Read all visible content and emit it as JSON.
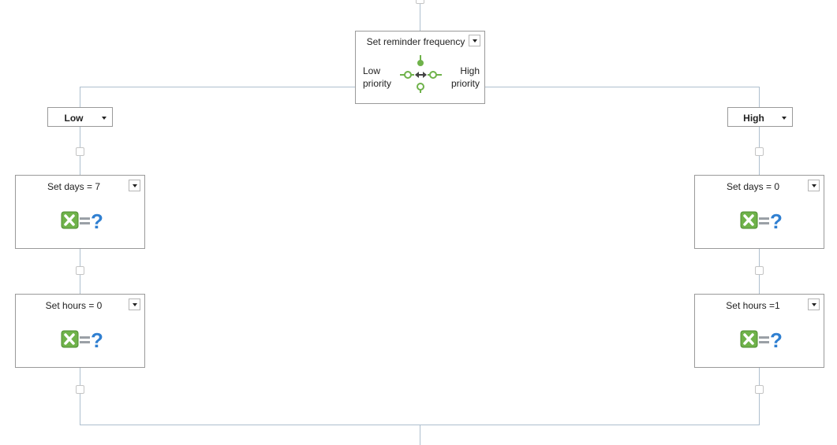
{
  "colors": {
    "line": "#aebfce",
    "node_border": "#9a9a9a",
    "icon_green": "#6fb24a",
    "icon_blue": "#2f7fd1"
  },
  "decision": {
    "title": "Set reminder frequency",
    "left_label_1": "Low",
    "left_label_2": "priority",
    "right_label_1": "High",
    "right_label_2": "priority",
    "icon": "decision-switch-icon"
  },
  "branches": {
    "low": {
      "label": "Low"
    },
    "high": {
      "label": "High"
    }
  },
  "actions": {
    "low_days": {
      "title": "Set days = 7",
      "icon": "assign-variable-icon"
    },
    "low_hours": {
      "title": "Set hours = 0",
      "icon": "assign-variable-icon"
    },
    "high_days": {
      "title": "Set days = 0",
      "icon": "assign-variable-icon"
    },
    "high_hours": {
      "title": "Set hours =1",
      "icon": "assign-variable-icon"
    }
  }
}
